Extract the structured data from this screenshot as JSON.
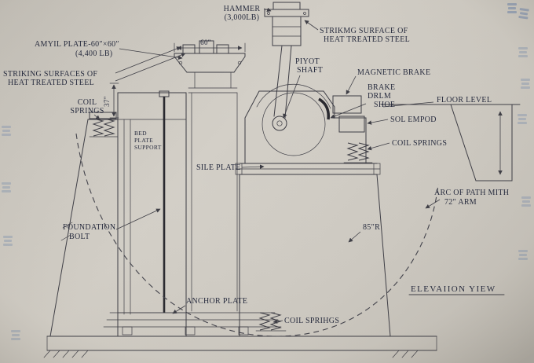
{
  "colors": {
    "paper": "#cdc9c1",
    "ink": "#3a3a42",
    "text": "#1f2438",
    "bleedthrough": "#5b79a8"
  },
  "labels": {
    "hammer": [
      "HAMMER",
      "(3,000LB)"
    ],
    "striking_surface_right": [
      "STRIKMG SURFACE OF",
      "HEAT TREATED STEEL"
    ],
    "anvil_plate": [
      "AMYIL PLATE-60″×60″",
      "(4,400 LB)"
    ],
    "dim_width": "60″",
    "striking_surfaces_left": [
      "STRIKING SURFACES OF",
      "HEAT TREATED STEEL"
    ],
    "dim_height": "37″",
    "coil_springs_left": [
      "COIL",
      "SPRINGS"
    ],
    "bed_plate_support": [
      "BED",
      "PLATE",
      "SUPPORT"
    ],
    "pivot_shaft": [
      "PIYOT",
      "SHAFT"
    ],
    "magnetic_brake": "MAGNETIC BRAKE",
    "brake_drum_shoe": [
      "BRAKE",
      "DRLM",
      "SHOE"
    ],
    "floor_level": "FLOOR LEVEL",
    "solenoid": "SOL EMPOD",
    "coil_springs_right": "COIL SPRINGS",
    "sole_plate": "SILE PLATE",
    "arc_of_path": [
      "ARC OF PATH MITH",
      "72″ ARM"
    ],
    "arc_radius": "85″R",
    "foundation_bolt": [
      "FOUNDATION",
      "BOLT"
    ],
    "anchor_plate": "ANCHOR PLATE",
    "coil_springs_bottom": "COIL SPRIHGS",
    "view_title": "ELEVAIION YIEW"
  }
}
